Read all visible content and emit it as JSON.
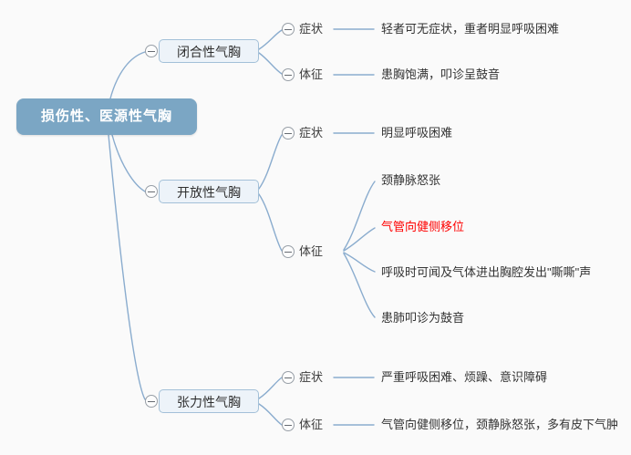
{
  "root": {
    "label": "损伤性、医源性气胸",
    "bg_color": "#7ba6c4",
    "text_color": "#ffffff"
  },
  "branches": [
    {
      "label": "闭合性气胸",
      "children": [
        {
          "label": "症状",
          "leaves": [
            {
              "text": "轻者可无症状，重者明显呼吸困难",
              "color": "#333333"
            }
          ]
        },
        {
          "label": "体征",
          "leaves": [
            {
              "text": "患胸饱满，叩诊呈鼓音",
              "color": "#333333"
            }
          ]
        }
      ]
    },
    {
      "label": "开放性气胸",
      "children": [
        {
          "label": "症状",
          "leaves": [
            {
              "text": "明显呼吸困难",
              "color": "#333333"
            }
          ]
        },
        {
          "label": "体征",
          "leaves": [
            {
              "text": "颈静脉怒张",
              "color": "#333333"
            },
            {
              "text": "气管向健侧移位",
              "color": "#fe0000"
            },
            {
              "text": "呼吸时可闻及气体进出胸腔发出\"嘶嘶\"声",
              "color": "#333333"
            },
            {
              "text": "患肺叩诊为鼓音",
              "color": "#333333"
            }
          ]
        }
      ]
    },
    {
      "label": "张力性气胸",
      "children": [
        {
          "label": "症状",
          "leaves": [
            {
              "text": "严重呼吸困难、烦躁、意识障碍",
              "color": "#333333"
            }
          ]
        },
        {
          "label": "体征",
          "leaves": [
            {
              "text": "气管向健侧移位，颈静脉怒张，多有皮下气肿",
              "color": "#333333"
            }
          ]
        }
      ]
    }
  ],
  "colors": {
    "background": "#fafafa",
    "root_fill": "#7ba6c4",
    "branch_fill": "#edf3f9",
    "branch_border": "#a3c0d8",
    "connector": "#8aacce",
    "highlight_red": "#fe0000",
    "text_dark": "#333333"
  },
  "icons": {
    "collapse": "minus-circle-icon"
  }
}
